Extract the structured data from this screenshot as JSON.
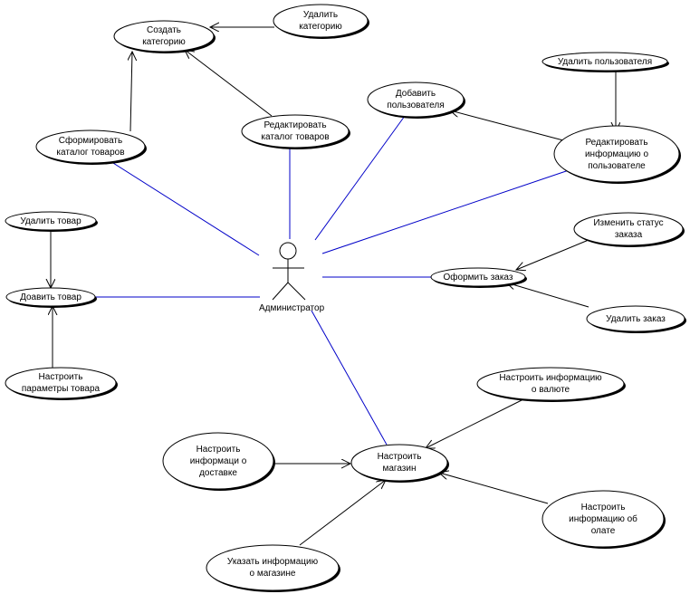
{
  "actor": {
    "id": "admin",
    "name": "Администратор"
  },
  "use_cases": [
    {
      "id": "create_category",
      "label": "Создать\nкатегорию"
    },
    {
      "id": "delete_category",
      "label": "Удалить\nкатегорию"
    },
    {
      "id": "edit_catalog",
      "label": "Редактировать\nкаталог товаров"
    },
    {
      "id": "form_catalog",
      "label": "Сформировать\nкаталог товаров"
    },
    {
      "id": "add_user",
      "label": "Добавить\nпользователя"
    },
    {
      "id": "delete_user",
      "label": "Удалить пользователя"
    },
    {
      "id": "edit_user_info",
      "label": "Редактировать\nинформацию о\nпользователе"
    },
    {
      "id": "delete_product",
      "label": "Удалить товар"
    },
    {
      "id": "add_product",
      "label": "Доавить товар"
    },
    {
      "id": "setup_product_params",
      "label": "Настроить\nпараметры товара"
    },
    {
      "id": "change_order_status",
      "label": "Изменить статус\nзаказа"
    },
    {
      "id": "place_order",
      "label": "Оформить заказ"
    },
    {
      "id": "delete_order",
      "label": "Удалить заказ"
    },
    {
      "id": "setup_currency",
      "label": "Настроить информацию\nо валюте"
    },
    {
      "id": "setup_delivery",
      "label": "Настроить\nинформаци  о\nдоставке"
    },
    {
      "id": "setup_shop",
      "label": "Настроить\nмагазин"
    },
    {
      "id": "setup_payment",
      "label": "Настроить\nинформацию об\nолате"
    },
    {
      "id": "specify_shop_info",
      "label": "Указать информацию\nо магазине"
    }
  ],
  "associations": [
    {
      "from": "admin",
      "to": "form_catalog"
    },
    {
      "from": "admin",
      "to": "edit_catalog"
    },
    {
      "from": "admin",
      "to": "add_user"
    },
    {
      "from": "admin",
      "to": "edit_user_info"
    },
    {
      "from": "admin",
      "to": "add_product"
    },
    {
      "from": "admin",
      "to": "place_order"
    },
    {
      "from": "admin",
      "to": "setup_shop"
    }
  ],
  "dependencies": [
    {
      "from": "delete_category",
      "to": "create_category"
    },
    {
      "from": "edit_catalog",
      "to": "create_category"
    },
    {
      "from": "form_catalog",
      "to": "create_category"
    },
    {
      "from": "edit_user_info",
      "to": "add_user"
    },
    {
      "from": "delete_user",
      "to": "edit_user_info"
    },
    {
      "from": "delete_product",
      "to": "add_product"
    },
    {
      "from": "setup_product_params",
      "to": "add_product"
    },
    {
      "from": "change_order_status",
      "to": "place_order"
    },
    {
      "from": "delete_order",
      "to": "place_order"
    },
    {
      "from": "setup_currency",
      "to": "setup_shop"
    },
    {
      "from": "setup_delivery",
      "to": "setup_shop"
    },
    {
      "from": "setup_payment",
      "to": "setup_shop"
    },
    {
      "from": "specify_shop_info",
      "to": "setup_shop"
    }
  ],
  "colors": {
    "association": "#0000c8",
    "dependency": "#000000",
    "ellipse_fill": "#ffffff",
    "ellipse_stroke": "#000000"
  }
}
